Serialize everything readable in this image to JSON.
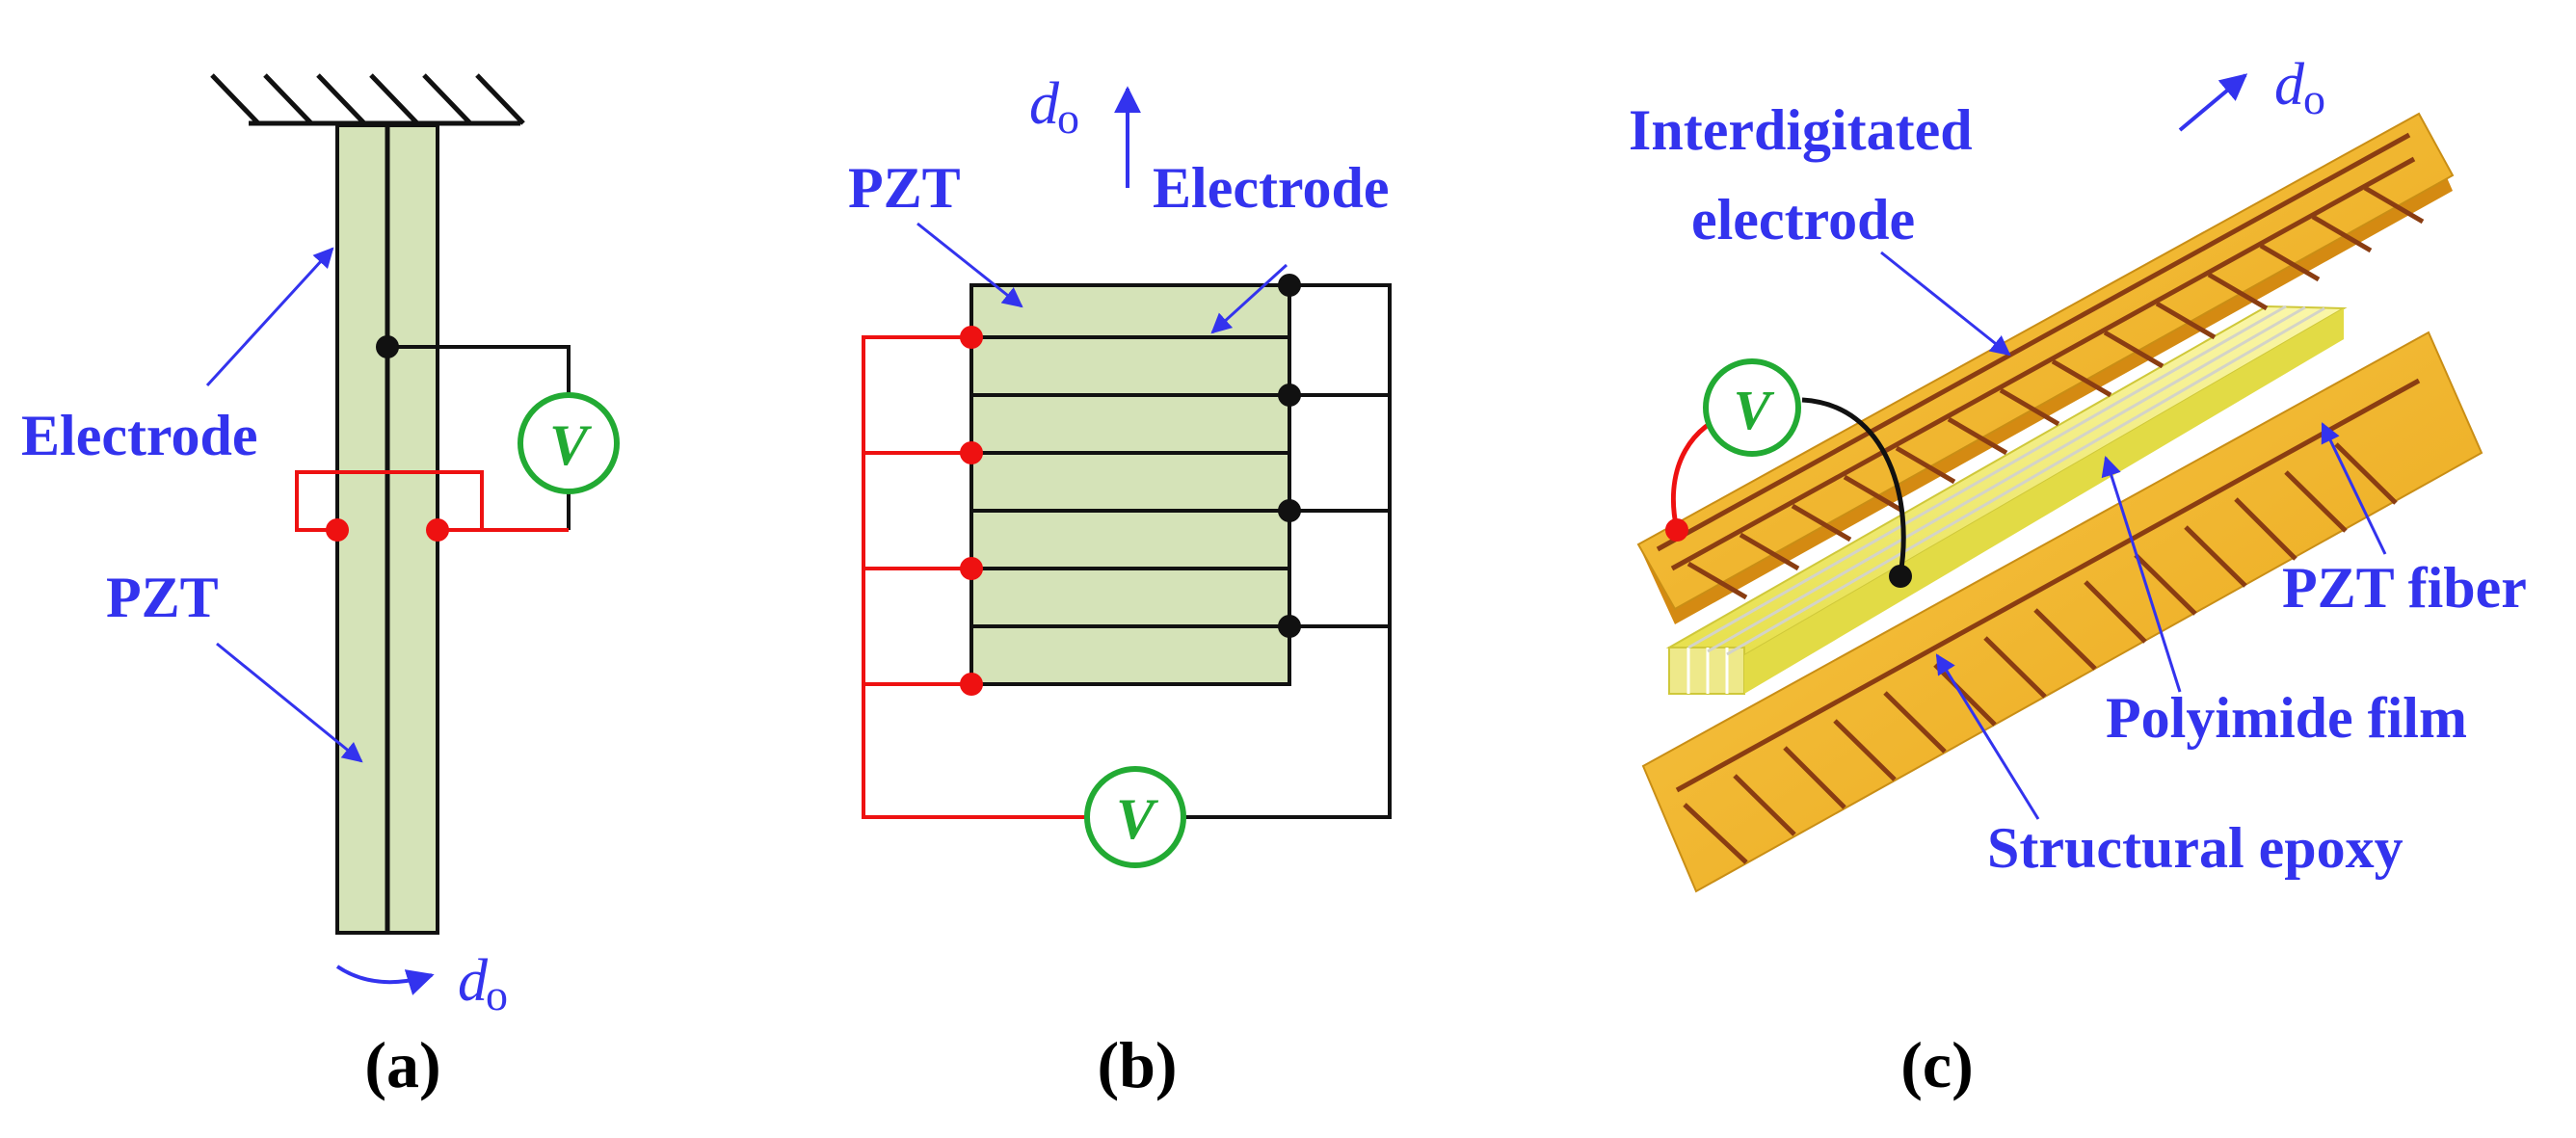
{
  "colors": {
    "pzt_fill": "#d5e3b8",
    "outline": "#111111",
    "wire_black": "#111111",
    "wire_red": "#ee1111",
    "label_blue": "#3333ee",
    "meter_green": "#22aa33",
    "electrode_gold": "#f0b21e",
    "electrode_finger": "#8a3d12",
    "fiber_yellow": "#f2ef6a"
  },
  "panel_a": {
    "caption": "(a)",
    "label_electrode": "Electrode",
    "label_pzt": "PZT",
    "meter_symbol": "V",
    "direction_symbol": "d",
    "direction_subscript": "o"
  },
  "panel_b": {
    "caption": "(b)",
    "label_pzt": "PZT",
    "label_electrode": "Electrode",
    "meter_symbol": "V",
    "direction_symbol": "d",
    "direction_subscript": "o"
  },
  "panel_c": {
    "caption": "(c)",
    "label_electrode_line1": "Interdigitated",
    "label_electrode_line2": "electrode",
    "label_fiber": "PZT fiber",
    "label_polyimide": "Polyimide film",
    "label_epoxy": "Structural epoxy",
    "meter_symbol": "V",
    "direction_symbol": "d",
    "direction_subscript": "o"
  }
}
